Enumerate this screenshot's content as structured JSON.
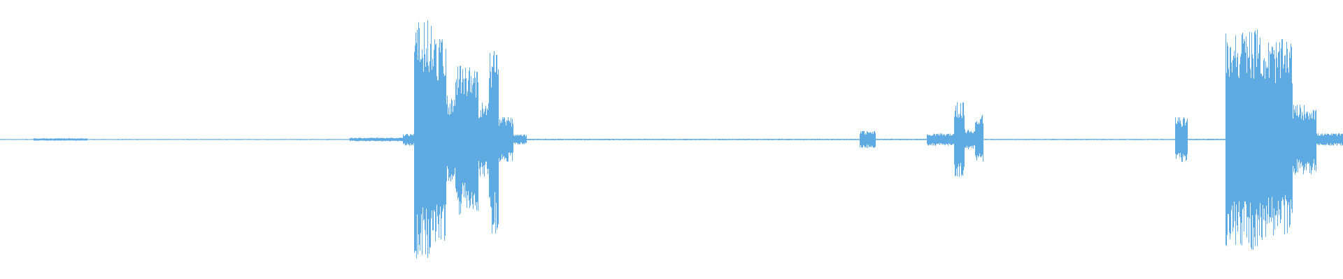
{
  "waveform": {
    "color": "#5eaae2",
    "background": "#ffffff",
    "segments": [
      {
        "start": 0.0,
        "end": 0.025,
        "amp": 0.004
      },
      {
        "start": 0.025,
        "end": 0.065,
        "amp": 0.01
      },
      {
        "start": 0.065,
        "end": 0.26,
        "amp": 0.004
      },
      {
        "start": 0.26,
        "end": 0.3,
        "amp": 0.015
      },
      {
        "start": 0.3,
        "end": 0.308,
        "amp": 0.05
      },
      {
        "start": 0.308,
        "end": 0.322,
        "amp": 0.95
      },
      {
        "start": 0.322,
        "end": 0.332,
        "amp": 0.82
      },
      {
        "start": 0.332,
        "end": 0.339,
        "amp": 0.35
      },
      {
        "start": 0.339,
        "end": 0.356,
        "amp": 0.6
      },
      {
        "start": 0.356,
        "end": 0.364,
        "amp": 0.3
      },
      {
        "start": 0.364,
        "end": 0.371,
        "amp": 0.75
      },
      {
        "start": 0.371,
        "end": 0.382,
        "amp": 0.18
      },
      {
        "start": 0.382,
        "end": 0.392,
        "amp": 0.04
      },
      {
        "start": 0.392,
        "end": 0.64,
        "amp": 0.006
      },
      {
        "start": 0.64,
        "end": 0.652,
        "amp": 0.07
      },
      {
        "start": 0.652,
        "end": 0.69,
        "amp": 0.006
      },
      {
        "start": 0.69,
        "end": 0.71,
        "amp": 0.05
      },
      {
        "start": 0.71,
        "end": 0.718,
        "amp": 0.3
      },
      {
        "start": 0.718,
        "end": 0.726,
        "amp": 0.08
      },
      {
        "start": 0.726,
        "end": 0.732,
        "amp": 0.2
      },
      {
        "start": 0.732,
        "end": 0.875,
        "amp": 0.005
      },
      {
        "start": 0.875,
        "end": 0.884,
        "amp": 0.18
      },
      {
        "start": 0.884,
        "end": 0.912,
        "amp": 0.006
      },
      {
        "start": 0.912,
        "end": 0.94,
        "amp": 0.88
      },
      {
        "start": 0.94,
        "end": 0.962,
        "amp": 0.8
      },
      {
        "start": 0.962,
        "end": 0.98,
        "amp": 0.28
      },
      {
        "start": 0.98,
        "end": 1.0,
        "amp": 0.05
      }
    ]
  }
}
